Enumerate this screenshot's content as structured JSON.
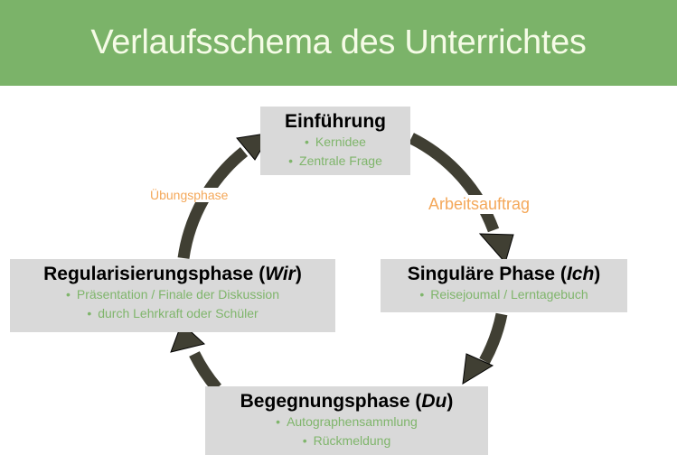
{
  "header": {
    "title": "Verlaufsschema des Unterrichtes"
  },
  "colors": {
    "header_bg": "#7bb369",
    "title_text": "#f5fbe6",
    "box_bg": "#d9d9d9",
    "bullet_text": "#7fb56b",
    "transition_label": "#f4a85a",
    "arrow": "#403f33"
  },
  "phases": [
    {
      "id": "einfuehrung",
      "title_plain": "Einführung",
      "title_italic": "",
      "title_suffix": "",
      "bullets": [
        "Kernidee",
        "Zentrale Frage"
      ]
    },
    {
      "id": "singulaere",
      "title_plain": "Singuläre Phase (",
      "title_italic": "Ich",
      "title_suffix": ")",
      "bullets": [
        "Reisejoumal / Lerntagebuch"
      ]
    },
    {
      "id": "begegnung",
      "title_plain": "Begegnungsphase (",
      "title_italic": "Du",
      "title_suffix": ")",
      "bullets": [
        "Autographensammlung",
        "Rückmeldung"
      ]
    },
    {
      "id": "regularisierung",
      "title_plain": "Regularisierungsphase (",
      "title_italic": "Wir",
      "title_suffix": ")",
      "bullets": [
        "Präsentation / Finale der Diskussion",
        "durch Lehrkraft oder Schüler"
      ]
    }
  ],
  "transitions": [
    {
      "from": "einfuehrung",
      "to": "singulaere",
      "label": "Arbeitsauftrag"
    },
    {
      "from": "singulaere",
      "to": "begegnung",
      "label": ""
    },
    {
      "from": "begegnung",
      "to": "regularisierung",
      "label": ""
    },
    {
      "from": "regularisierung",
      "to": "einfuehrung",
      "label": "Übungsphase"
    }
  ],
  "bullet_glyph": "•"
}
